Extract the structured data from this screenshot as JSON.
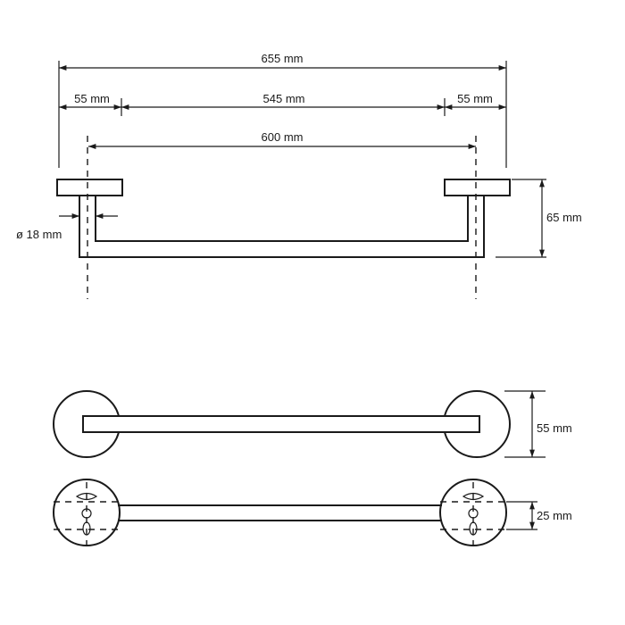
{
  "dimensions": {
    "overall_length": "655 mm",
    "left_bracket_width": "55 mm",
    "clear_span": "545 mm",
    "right_bracket_width": "55 mm",
    "mount_centers": "600 mm",
    "tube_diameter": "ø 18 mm",
    "projection_depth": "65 mm",
    "bracket_diameter": "55 mm",
    "screw_spacing": "25 mm"
  }
}
